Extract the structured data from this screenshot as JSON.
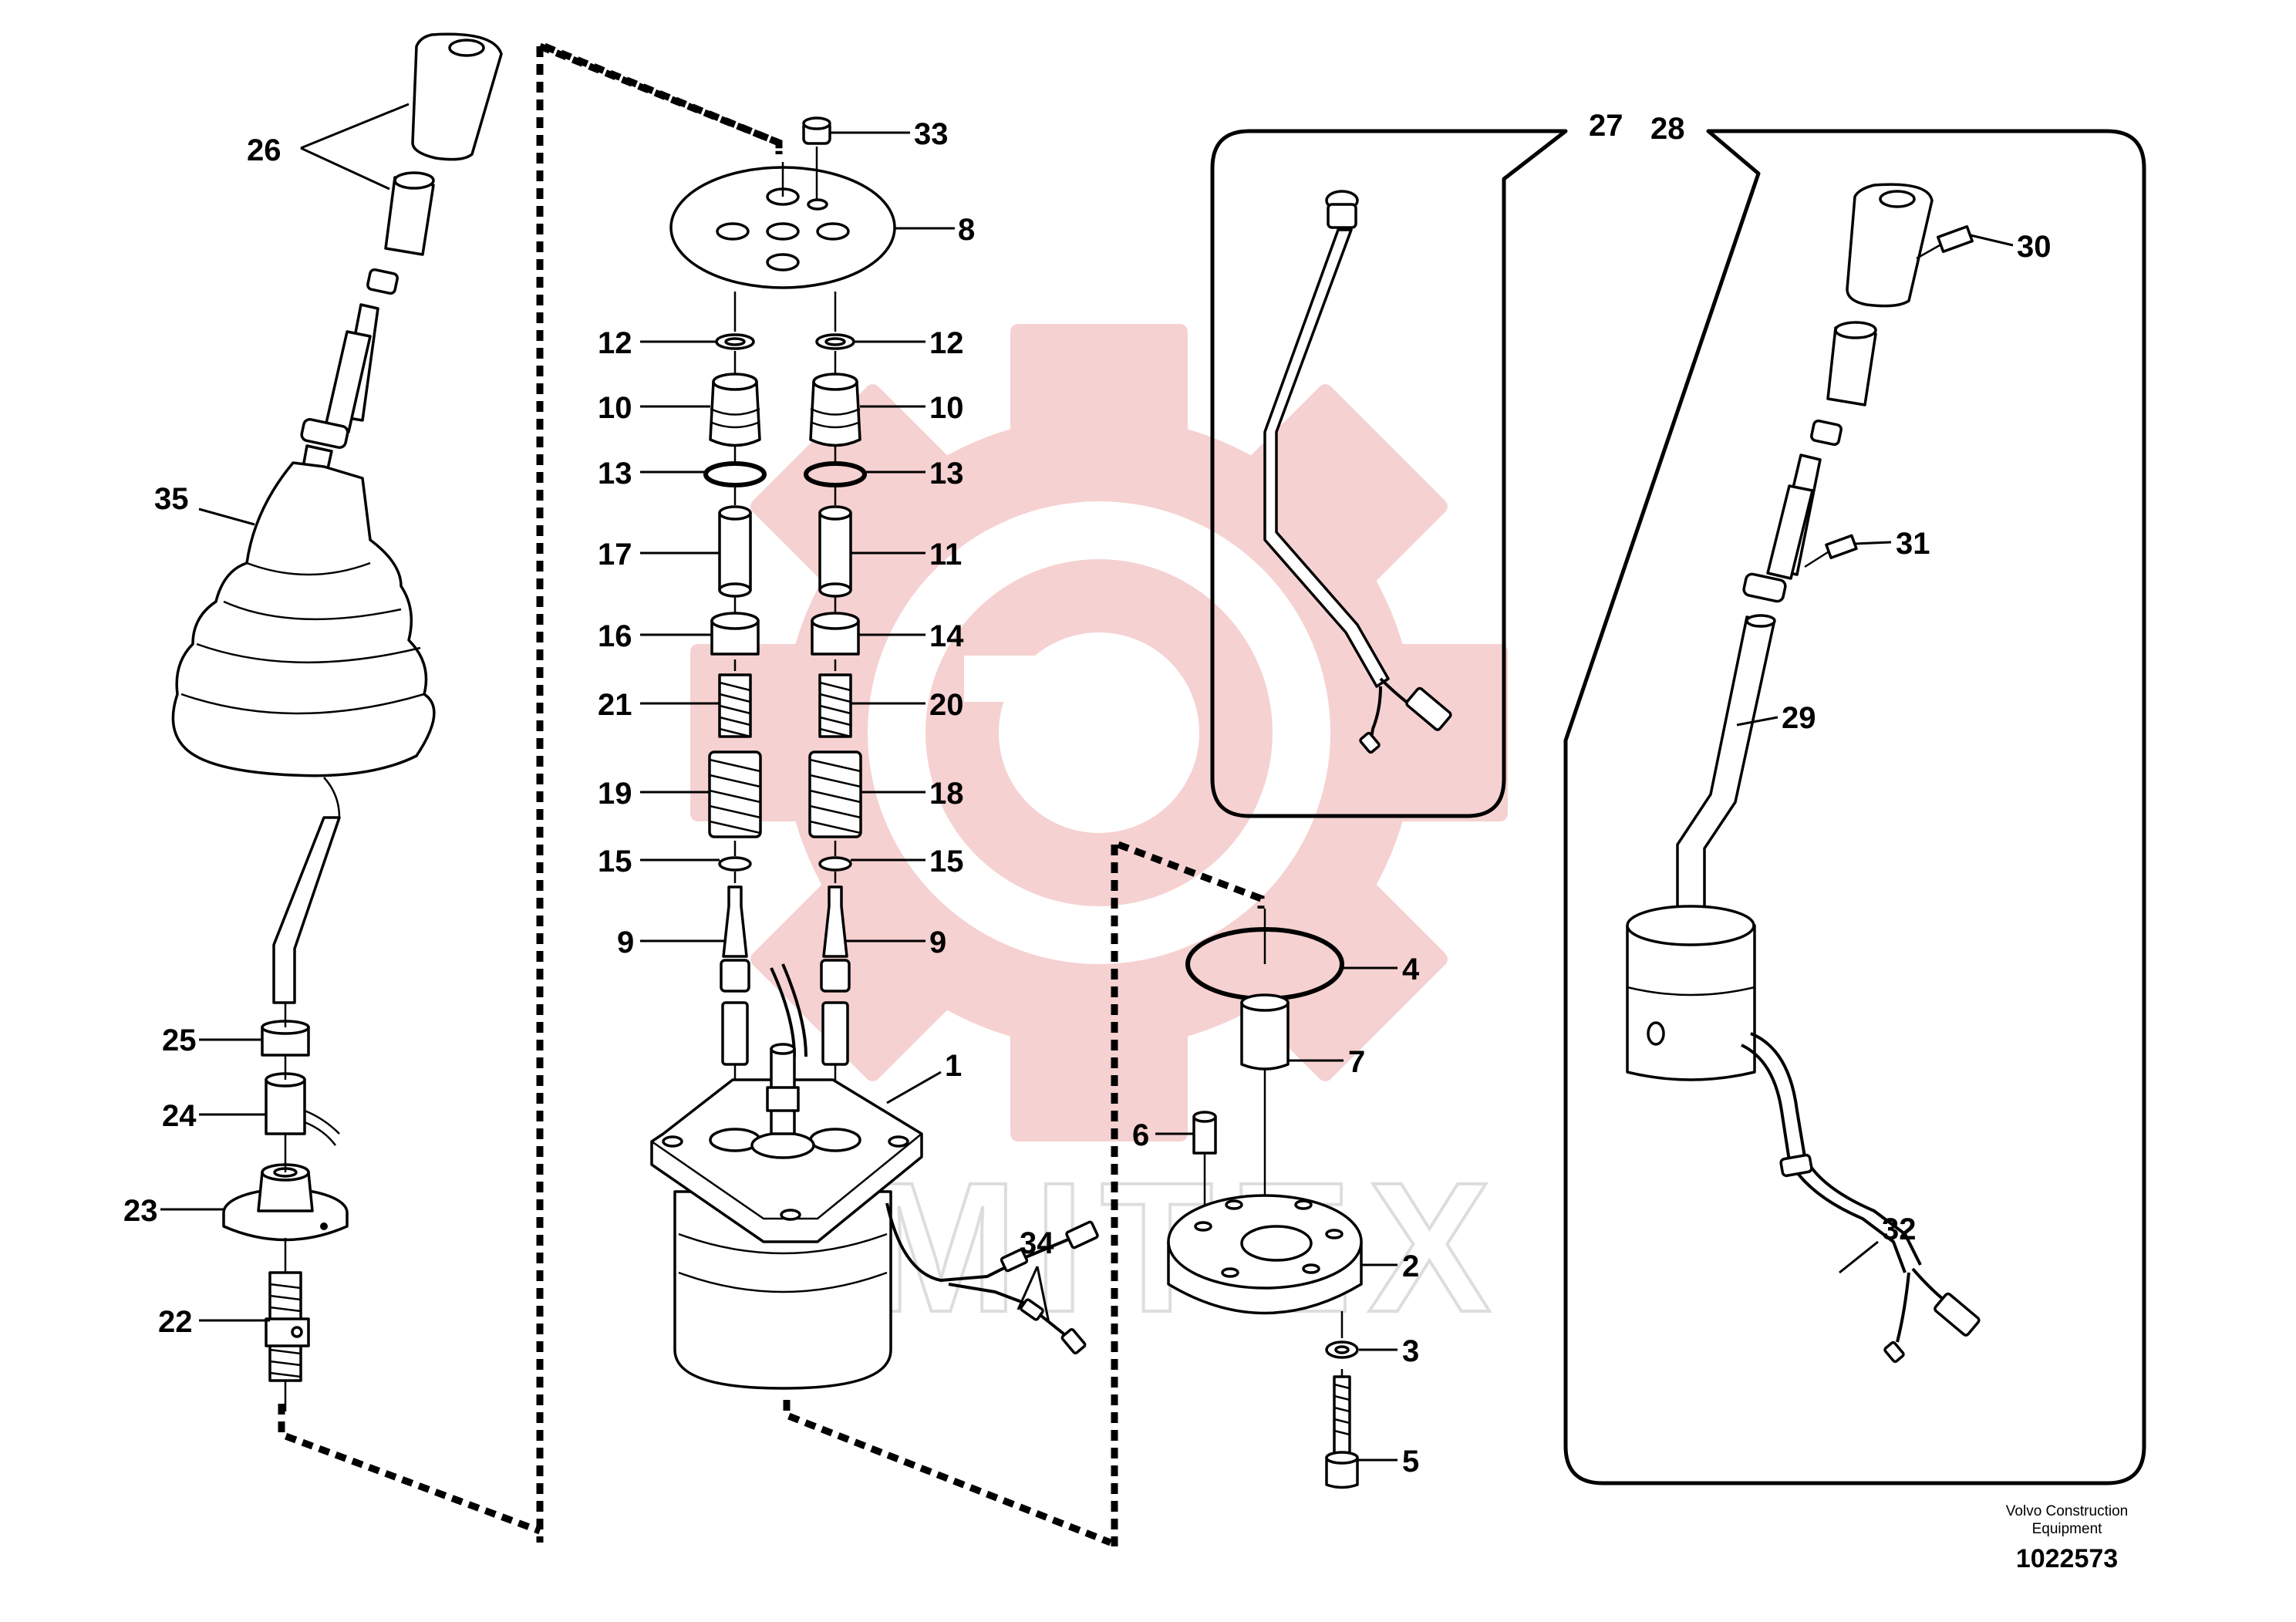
{
  "diagram": {
    "callouts": [
      {
        "id": "c26",
        "text": "26"
      },
      {
        "id": "c35",
        "text": "35"
      },
      {
        "id": "c25",
        "text": "25"
      },
      {
        "id": "c24",
        "text": "24"
      },
      {
        "id": "c23",
        "text": "23"
      },
      {
        "id": "c22",
        "text": "22"
      },
      {
        "id": "c33",
        "text": "33"
      },
      {
        "id": "c8",
        "text": "8"
      },
      {
        "id": "c12a",
        "text": "12"
      },
      {
        "id": "c12b",
        "text": "12"
      },
      {
        "id": "c10a",
        "text": "10"
      },
      {
        "id": "c10b",
        "text": "10"
      },
      {
        "id": "c13a",
        "text": "13"
      },
      {
        "id": "c13b",
        "text": "13"
      },
      {
        "id": "c17",
        "text": "17"
      },
      {
        "id": "c11",
        "text": "11"
      },
      {
        "id": "c16",
        "text": "16"
      },
      {
        "id": "c14",
        "text": "14"
      },
      {
        "id": "c21",
        "text": "21"
      },
      {
        "id": "c20",
        "text": "20"
      },
      {
        "id": "c19",
        "text": "19"
      },
      {
        "id": "c18",
        "text": "18"
      },
      {
        "id": "c15a",
        "text": "15"
      },
      {
        "id": "c15b",
        "text": "15"
      },
      {
        "id": "c9a",
        "text": "9"
      },
      {
        "id": "c9b",
        "text": "9"
      },
      {
        "id": "c1",
        "text": "1"
      },
      {
        "id": "c34",
        "text": "34"
      },
      {
        "id": "c27",
        "text": "27"
      },
      {
        "id": "c28",
        "text": "28"
      },
      {
        "id": "c30",
        "text": "30"
      },
      {
        "id": "c31",
        "text": "31"
      },
      {
        "id": "c29",
        "text": "29"
      },
      {
        "id": "c32",
        "text": "32"
      },
      {
        "id": "c4",
        "text": "4"
      },
      {
        "id": "c7",
        "text": "7"
      },
      {
        "id": "c6",
        "text": "6"
      },
      {
        "id": "c2",
        "text": "2"
      },
      {
        "id": "c3",
        "text": "3"
      },
      {
        "id": "c5",
        "text": "5"
      }
    ],
    "watermark": "MITEX"
  },
  "footer": {
    "company_line1": "Volvo Construction",
    "company_line2": "Equipment",
    "drawing_number": "1022573"
  },
  "colors": {
    "line": "#000000",
    "background": "#ffffff",
    "watermark_gear": "#f4c6c6"
  }
}
